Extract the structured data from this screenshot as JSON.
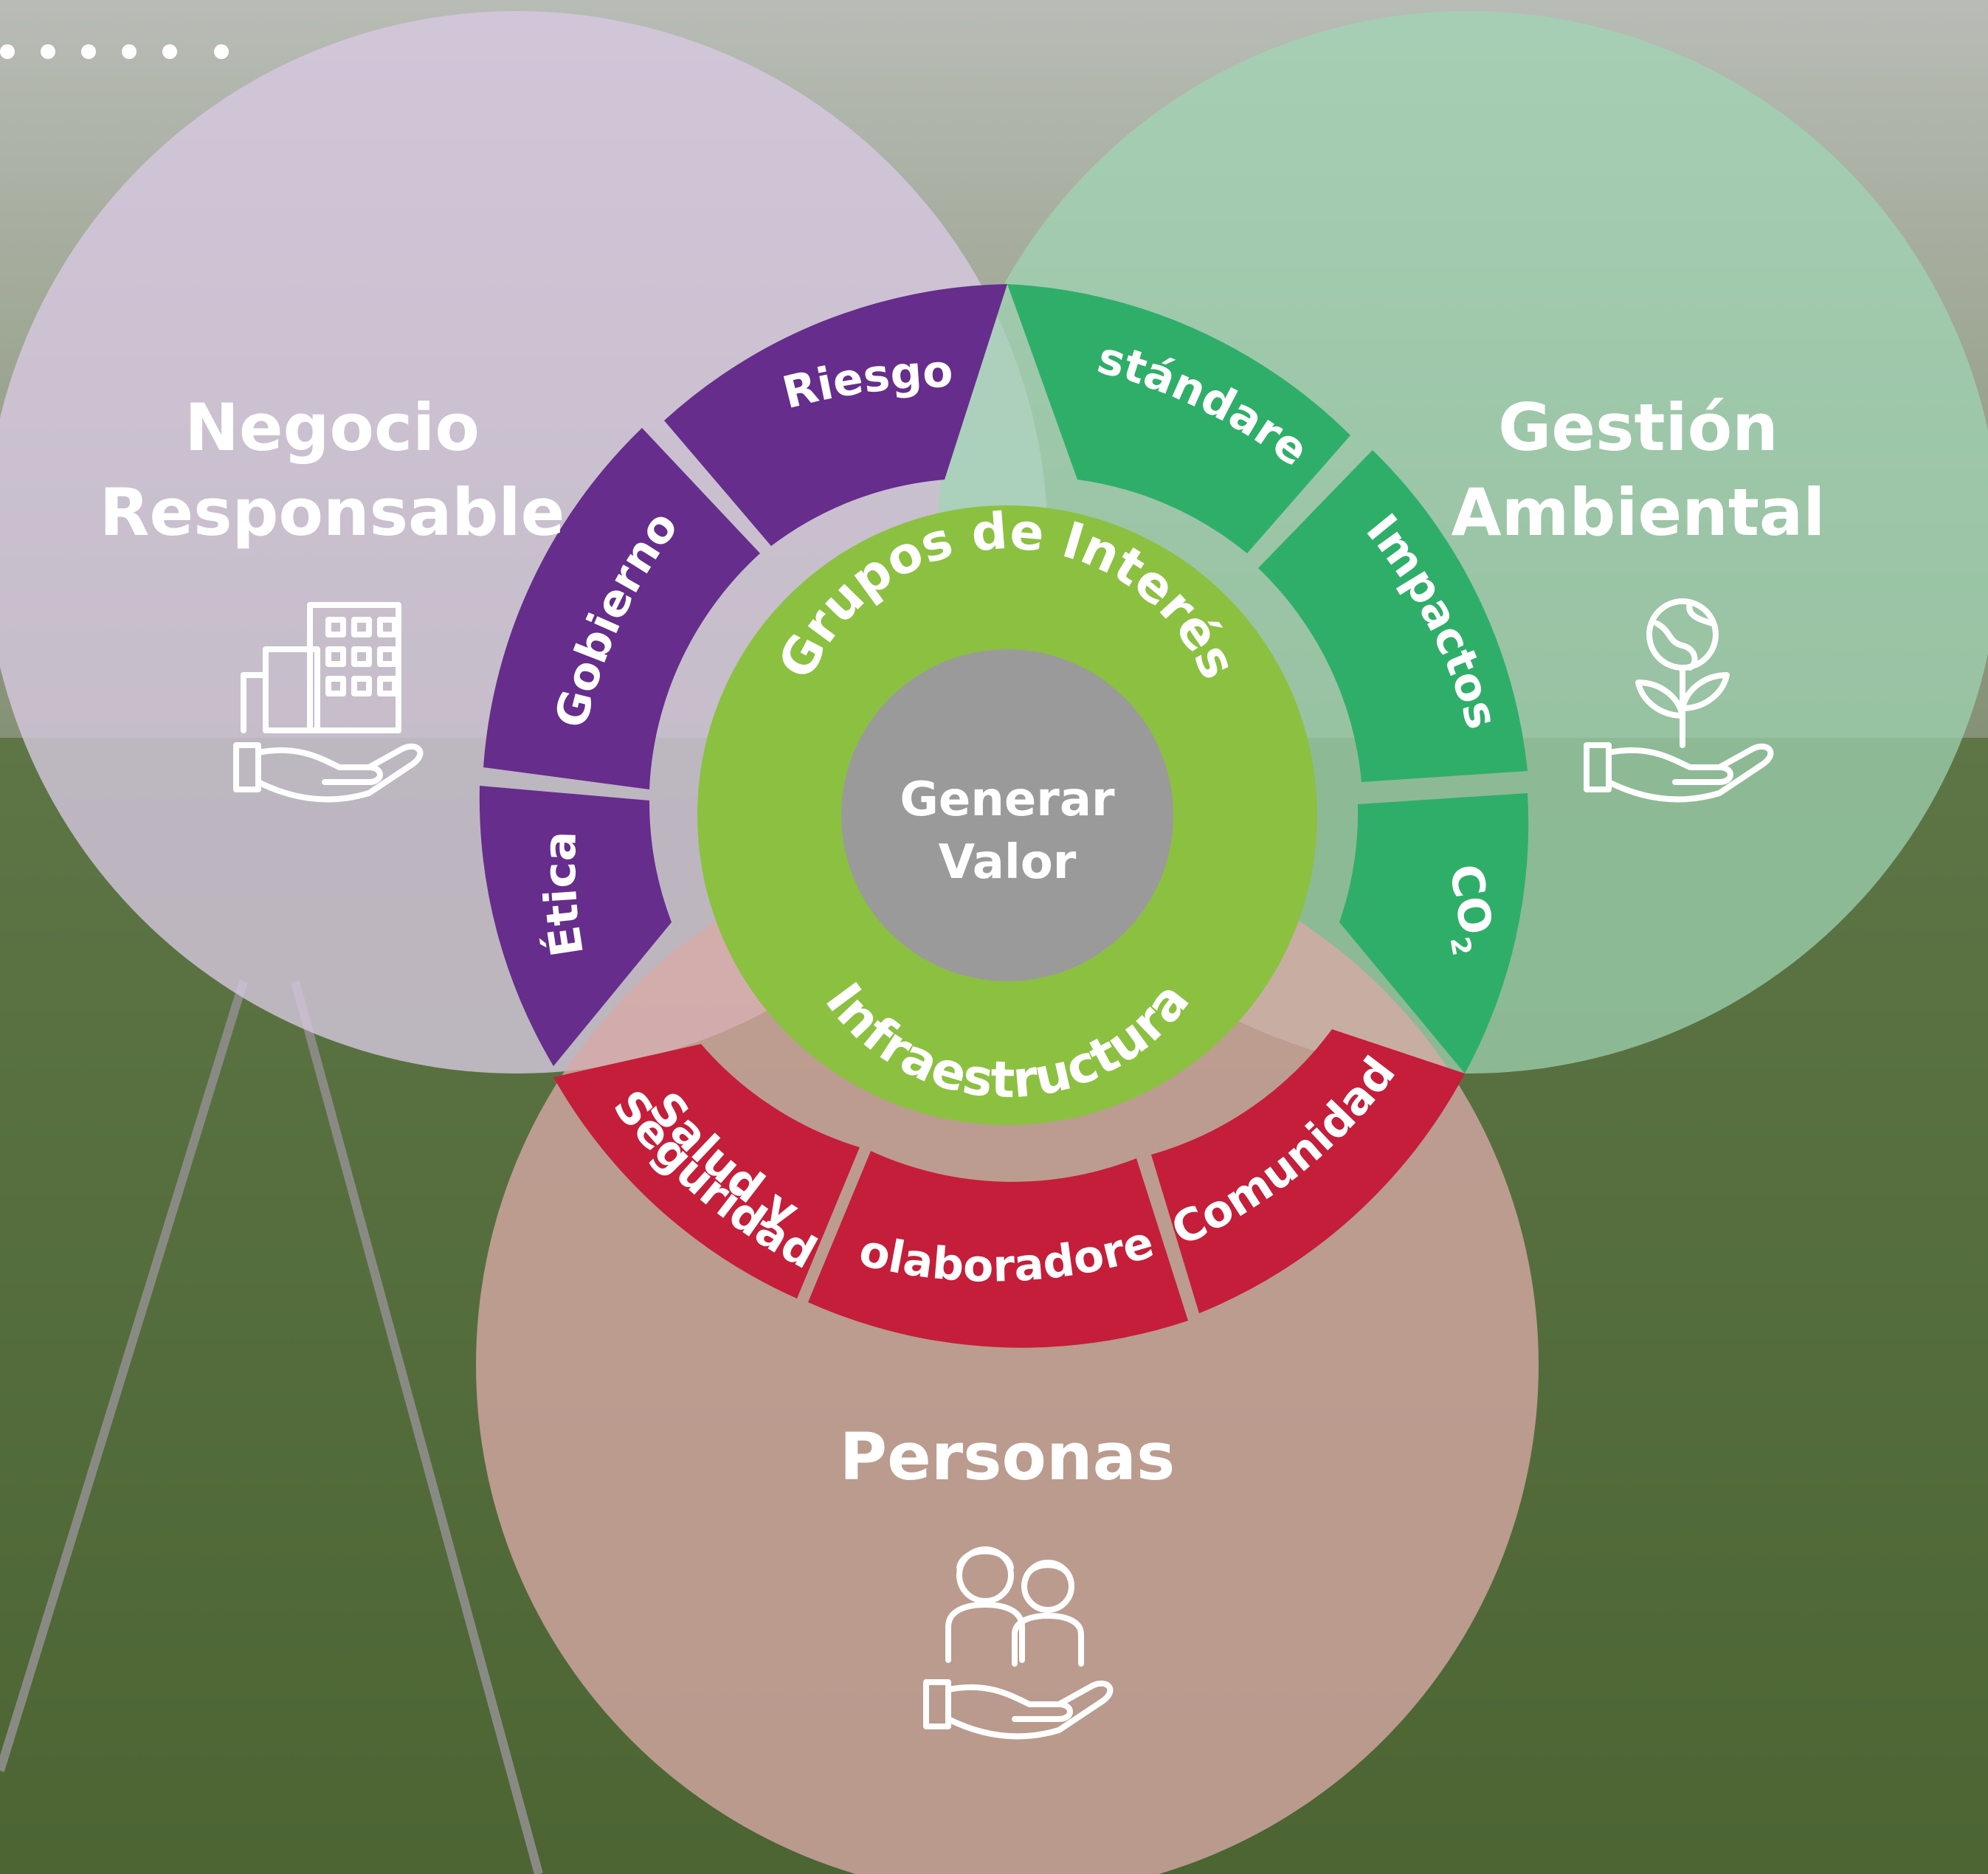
{
  "pillars": {
    "negocio": {
      "title_line1": "Negocio",
      "title_line2": "Responsable",
      "icon": "building-in-hand-icon"
    },
    "gestion": {
      "title_line1": "Gestión",
      "title_line2": "Ambiental",
      "icon": "plant-globe-in-hand-icon"
    },
    "personas": {
      "title_line1": "Personas",
      "icon": "people-in-hand-icon"
    }
  },
  "segments": {
    "riesgo": "Riesgo",
    "gobierno": "Gobierno",
    "etica": "Ética",
    "estandares": "Estándares",
    "impactos": "Impactos",
    "co2": "CO",
    "co2_sub": "2",
    "salud_line1": "Salud y",
    "salud_line2": "Seguridad",
    "colaboradores": "Colaboradores",
    "comunidad": "Comunidad"
  },
  "ring": {
    "top": "Grupos de Interés",
    "bottom": "Infraestructura"
  },
  "core": {
    "line1": "Generar",
    "line2": "Valor"
  },
  "colors": {
    "purple": "#662d8c",
    "green_dark": "#2fae6a",
    "red": "#c41e3a",
    "lime": "#8cc041",
    "core_gray": "#9a9a9a",
    "negocio_tint": "#d9c9e3",
    "gestion_tint": "#9fd6b4",
    "personas_tint": "#d9a9a6"
  }
}
